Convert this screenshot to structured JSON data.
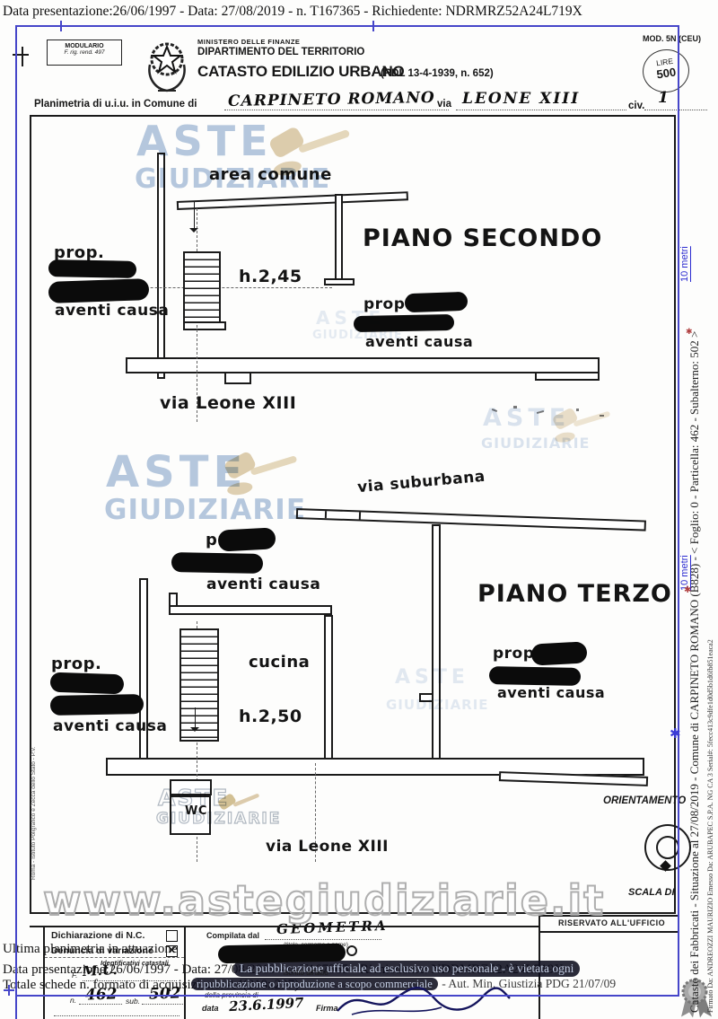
{
  "header": {
    "presentation_line": "Data presentazione:26/06/1997 - Data: 27/08/2019 - n. T167365 - Richiedente: NDRMRZ52A24L719X"
  },
  "letterhead": {
    "modulario_title": "MODULARIO",
    "modulario_sub": "F. rig. rend. 497",
    "ministero": "MINISTERO DELLE FINANZE",
    "dipartimento": "DIPARTIMENTO DEL TERRITORIO",
    "catasto_title": "CATASTO EDILIZIO URBANO",
    "catasto_ref": "(RDL 13-4-1939, n. 652)",
    "mod_label": "MOD. 5N (CEU)",
    "lire_label": "LIRE",
    "lire_value": "500",
    "planimetria_label": "Planimetria di u.i.u. in Comune di",
    "comune_value": "CARPINETO ROMANO",
    "via_label": "via",
    "via_value": "LEONE XIII",
    "civ_label": "civ.",
    "civ_value": "1"
  },
  "plan_labels": {
    "prop": "prop.",
    "aventi_causa": "aventi causa"
  },
  "piano_secondo": {
    "title": "PIANO SECONDO",
    "area_comune": "area comune",
    "height": "h.2,45",
    "street": "via Leone XIII"
  },
  "piano_terzo": {
    "title": "PIANO TERZO",
    "street_top": "via suburbana",
    "kitchen": "cucina",
    "height": "h.2,50",
    "wc": "WC",
    "street_bottom": "via Leone XIII"
  },
  "watermarks": {
    "aste": "ASTE",
    "giudiziarie": "GIUDIZIARIE",
    "site_url": "www.astegiudiziarie.it"
  },
  "margin_notes": {
    "catasto_info": "Catasto dei Fabbricati - Situazione al 27/08/2019 - Comune di CARPINETO ROMANO (B828) - <  Foglio: 0 - Particella: 462 - Subalterno: 502 >",
    "firmato": "Firmato Da: ANDREOZZI MAURIZIO Emesso Da: ARUBAPEC S.P.A. NG CA 3 Serial#: 5fecc413c9dfe1d0d5b1d6fb851eaca2",
    "scale_note": "10 metri",
    "printer_note": "Roma - Istituto Poligrafico e Zecca dello Stato - P.V."
  },
  "orientation": {
    "label": "ORIENTAMENTO",
    "scala_label": "SCALA DI"
  },
  "form": {
    "dichiarazione_label": "Dichiarazione di N.C.",
    "denuncia_label": "Denuncia di variazione",
    "identificativi_label": "Identificativi catastali",
    "f_label": "F.",
    "f_value": "M.U.",
    "n_label": "n.",
    "n_value": "462",
    "sub_label": "sub.",
    "sub_value": "502",
    "compilata_label": "Compilata dal",
    "compilata_value": "GEOMETRA",
    "compilata_sub": "(titolo, cognome e nome)",
    "iscritto_label": "iscritto all'albo",
    "provincia_label": "della provincia di",
    "data_label": "data",
    "data_value": "23.6.1997",
    "firma_label": "Firma",
    "riservato_label": "RISERVATO ALL'UFFICIO"
  },
  "overlay": {
    "ultima_line": "Ultima planimetria in attuazione",
    "data_line": "Data presentazione:26/06/1997 - Data: 27/08/2019 - n. T167365 - Richiedente: NDRMRZ52A24L719X",
    "totale_line": "Totale schede n.   formato di acquisizione: A4(210x297)",
    "pub_line1": "La pubblicazione ufficiale ad esclusivo uso personale - è vietata ogni",
    "pub_line2_highlight": "ripubblicazione o riproduzione a scopo commerciale",
    "pub_line2_plain": "- Aut. Min. Giustizia PDG 21/07/09"
  },
  "colors": {
    "frame_blue": "#4646c9",
    "watermark_blue": "#7c9cc6",
    "gavel_tan": "#d8c5a0",
    "pill_bg": "#0e0e1e",
    "ink": "#1a1a1a"
  }
}
